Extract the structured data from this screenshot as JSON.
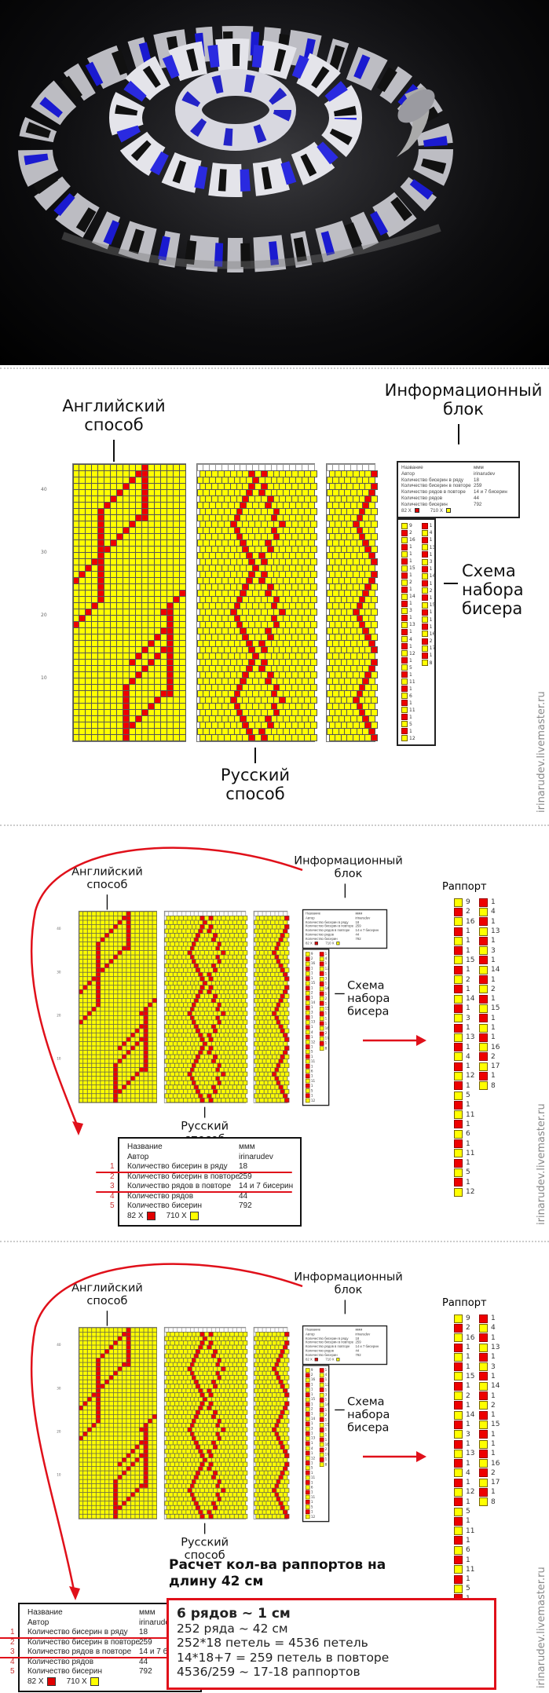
{
  "watermark": "irinarudev.livemaster.ru",
  "labels": {
    "english_method": "Английский способ",
    "russian_method": "Русский способ",
    "info_block": "Информационный блок",
    "bead_scheme": "Схема набора бисера",
    "rapport": "Раппорт"
  },
  "info_table": {
    "rows": [
      {
        "n": "",
        "label": "Название",
        "value": "ммм"
      },
      {
        "n": "",
        "label": "Автор",
        "value": "irinarudev"
      },
      {
        "n": "1",
        "label": "Количество бисерин в ряду",
        "value": "18"
      },
      {
        "n": "2",
        "label": "Количество бисерин в повторе",
        "value": "259"
      },
      {
        "n": "3",
        "label": "Количество рядов в повторе",
        "value": "14 и 7 бисерин"
      },
      {
        "n": "4",
        "label": "Количество рядов",
        "value": "44"
      },
      {
        "n": "5",
        "label": "Количество бисерин",
        "value": "792"
      }
    ],
    "legend": [
      {
        "count": "82 X",
        "color": "#e00000"
      },
      {
        "count": "710 X",
        "color": "#ffff00"
      }
    ]
  },
  "bead_sequence": {
    "col1": [
      {
        "c": "y",
        "n": "9"
      },
      {
        "c": "r",
        "n": "2"
      },
      {
        "c": "y",
        "n": "16"
      },
      {
        "c": "r",
        "n": "1"
      },
      {
        "c": "y",
        "n": "1"
      },
      {
        "c": "r",
        "n": "1"
      },
      {
        "c": "y",
        "n": "15"
      },
      {
        "c": "r",
        "n": "1"
      },
      {
        "c": "y",
        "n": "2"
      },
      {
        "c": "r",
        "n": "1"
      },
      {
        "c": "y",
        "n": "14"
      },
      {
        "c": "r",
        "n": "1"
      },
      {
        "c": "y",
        "n": "3"
      },
      {
        "c": "r",
        "n": "1"
      },
      {
        "c": "y",
        "n": "13"
      },
      {
        "c": "r",
        "n": "1"
      },
      {
        "c": "y",
        "n": "4"
      },
      {
        "c": "r",
        "n": "1"
      },
      {
        "c": "y",
        "n": "12"
      },
      {
        "c": "r",
        "n": "1"
      },
      {
        "c": "y",
        "n": "5"
      },
      {
        "c": "r",
        "n": "1"
      },
      {
        "c": "y",
        "n": "11"
      },
      {
        "c": "r",
        "n": "1"
      },
      {
        "c": "y",
        "n": "6"
      },
      {
        "c": "r",
        "n": "1"
      },
      {
        "c": "y",
        "n": "11"
      },
      {
        "c": "r",
        "n": "1"
      },
      {
        "c": "y",
        "n": "5"
      },
      {
        "c": "r",
        "n": "1"
      },
      {
        "c": "y",
        "n": "12"
      }
    ],
    "col2": [
      {
        "c": "r",
        "n": "1"
      },
      {
        "c": "y",
        "n": "4"
      },
      {
        "c": "r",
        "n": "1"
      },
      {
        "c": "y",
        "n": "13"
      },
      {
        "c": "r",
        "n": "1"
      },
      {
        "c": "y",
        "n": "3"
      },
      {
        "c": "r",
        "n": "1"
      },
      {
        "c": "y",
        "n": "14"
      },
      {
        "c": "r",
        "n": "1"
      },
      {
        "c": "y",
        "n": "2"
      },
      {
        "c": "r",
        "n": "1"
      },
      {
        "c": "y",
        "n": "15"
      },
      {
        "c": "r",
        "n": "1"
      },
      {
        "c": "y",
        "n": "1"
      },
      {
        "c": "r",
        "n": "1"
      },
      {
        "c": "y",
        "n": "16"
      },
      {
        "c": "r",
        "n": "2"
      },
      {
        "c": "y",
        "n": "17"
      },
      {
        "c": "r",
        "n": "1"
      },
      {
        "c": "y",
        "n": "8"
      }
    ]
  },
  "row_numbers": [
    "40",
    "30",
    "20",
    "10"
  ],
  "calculation": {
    "title": "Расчет кол-ва раппортов на длину 42 см",
    "lines": [
      "6 рядов ~ 1 см",
      "252 ряда ~ 42 см",
      "252*18 петель = 4536 петель",
      "14*18+7 = 259 петель в повторе",
      "4536/259 ~ 17-18 раппортов"
    ]
  },
  "colors": {
    "red": "#e00000",
    "yellow": "#ffff00",
    "accent": "#e0101a"
  }
}
